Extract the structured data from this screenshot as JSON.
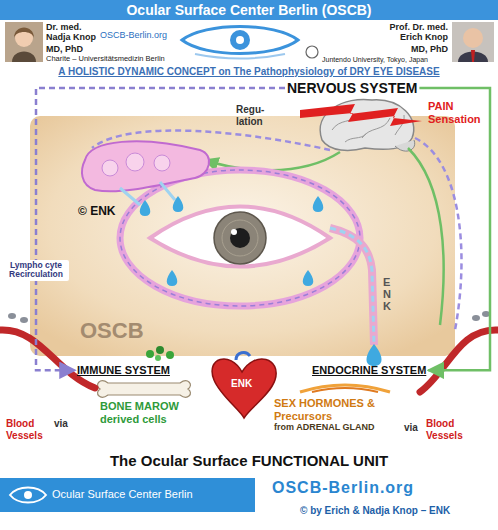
{
  "diagram": {
    "title": "Ocular Surface Center Berlin (OSCB)",
    "caption": "The Ocular Surface FUNCTIONAL UNIT",
    "nodes": [
      {
        "text": [
          "NERVOUS SYSTEM"
        ]
      },
      {
        "text": [
          "IMMUNE SYSTEM"
        ]
      },
      {
        "text": [
          "BONE MAROW derived cells"
        ]
      },
      {
        "text": [
          "ENDOCRINE SYSTEM"
        ]
      },
      {
        "text": [
          "SEX HORMONES & Precursors",
          "from ADRENAL GLAND"
        ]
      }
    ],
    "edges": [
      {
        "from": 0,
        "to": 1,
        "arrow": "to",
        "label": "Lympho cyte Recirculation"
      },
      {
        "from": 0,
        "to": 3,
        "arrow": "to"
      }
    ],
    "labels": [
      "Dr. med. Nadja Knop",
      "MD, PhD",
      "OSCB-Berlin.org",
      "Charite – Universitätsmedizin Berlin",
      "Prof. Dr. med. Erich Knop",
      "MD, PhD",
      "Juntendo University, Tokyo, Japan",
      "A HOLISTIC DYNAMIC CONCEPT on The Pathophysiology of DRY EYE DISEASE",
      "Regu- lation",
      "PAIN Sensation",
      "© ENK",
      "OSCB",
      "ENK",
      "ENK",
      "Blood Vessels",
      "via",
      "via",
      "Blood Vessels",
      "Ocular Surface Center Berlin",
      "OSCB-Berlin.org",
      "© by Erich & Nadja Knop – ENK"
    ]
  }
}
